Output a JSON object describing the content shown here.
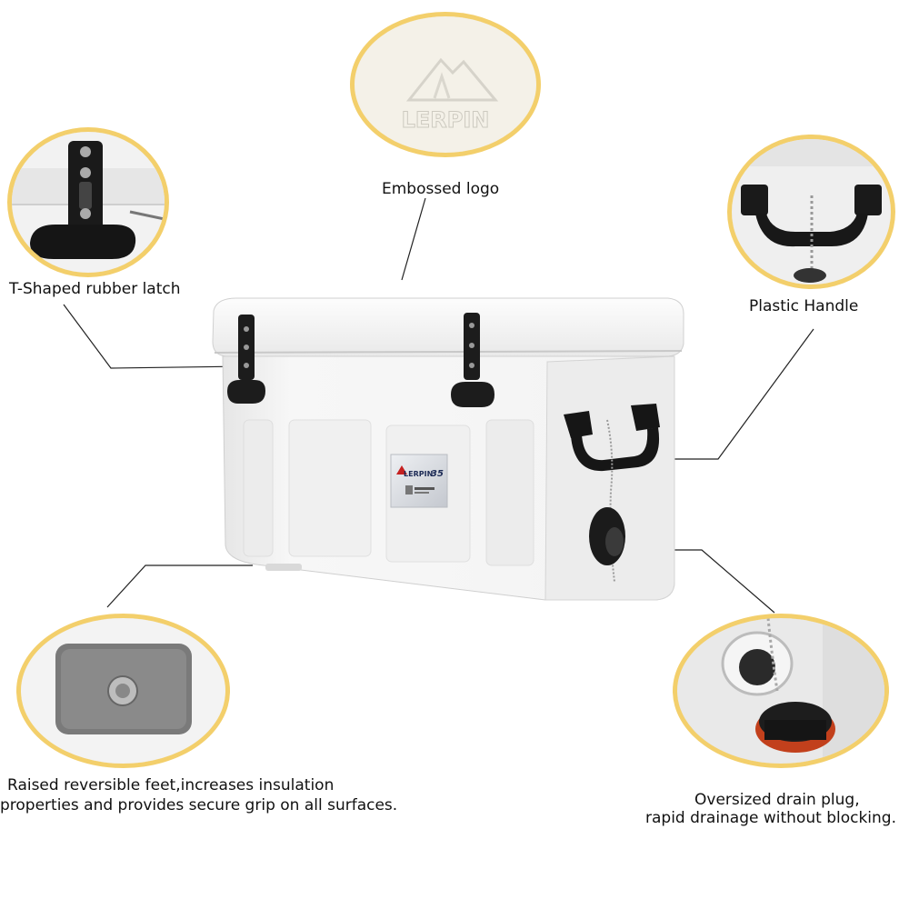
{
  "callouts": {
    "logo": "Embossed logo",
    "latch": "T-Shaped rubber latch",
    "handle": "Plastic Handle",
    "feet_line1": "Raised reversible feet,increases insulation",
    "feet_line2": "properties  and provides secure grip on all surfaces.",
    "drain_line1": "Oversized drain plug,",
    "drain_line2": "rapid drainage without blocking."
  },
  "product": {
    "embossed_brand": "LERPIN",
    "label_brand": "LERPIN",
    "label_capacity": "35"
  },
  "colors": {
    "circle_border": "#f3cf6b",
    "cooler_body": "#f4f4f4",
    "rubber": "#1a1a1a"
  }
}
